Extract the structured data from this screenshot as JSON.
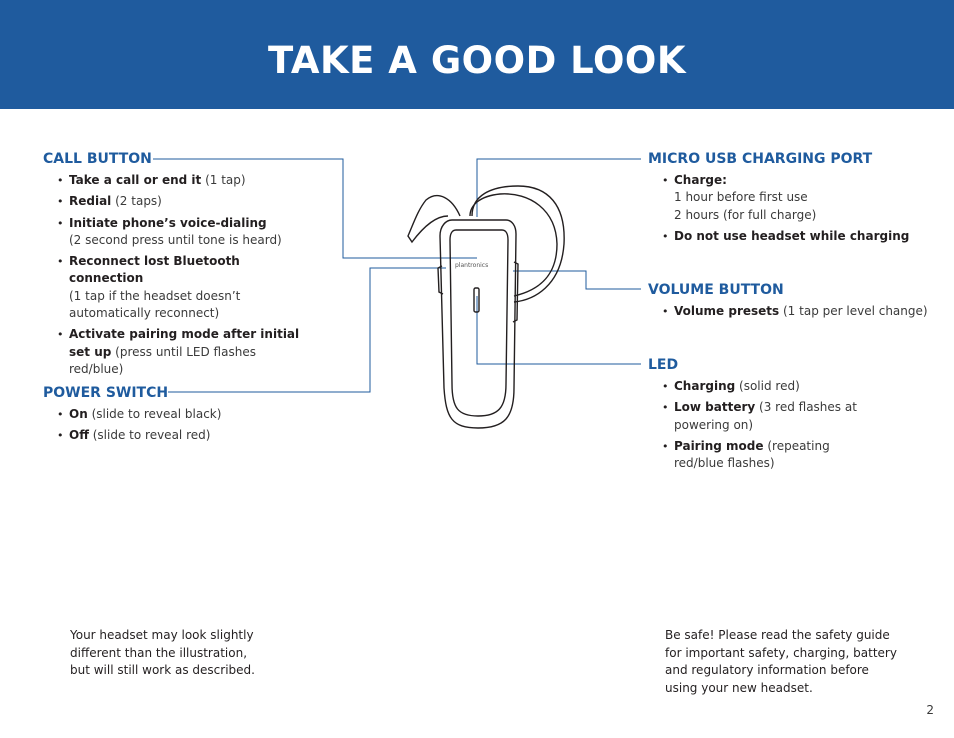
{
  "header": {
    "title": "TAKE A GOOD LOOK"
  },
  "device": {
    "brand_label": "plantronics"
  },
  "call_button": {
    "heading": "CALL BUTTON",
    "items": [
      {
        "strong": "Take a call or end it",
        "note": "(1 tap)"
      },
      {
        "strong": "Redial",
        "note": "(2 taps)"
      },
      {
        "strong": "Initiate phone’s voice-dialing",
        "note": "(2 second press until tone is heard)"
      },
      {
        "strong": "Reconnect lost Bluetooth connection",
        "note": "(1 tap if the headset doesn’t automatically reconnect)"
      },
      {
        "strong": "Activate pairing mode after initial set up",
        "note": "(press until LED flashes red/blue)"
      }
    ]
  },
  "power_switch": {
    "heading": "POWER SWITCH",
    "items": [
      {
        "strong": "On",
        "note": "(slide to reveal black)"
      },
      {
        "strong": "Off",
        "note": "(slide to reveal red)"
      }
    ]
  },
  "usb_port": {
    "heading": "MICRO USB CHARGING PORT",
    "items": [
      {
        "strong": "Charge:",
        "line1": "1 hour before first use",
        "line2": "2 hours (for full charge)"
      },
      {
        "strong": "Do not use headset while charging"
      }
    ]
  },
  "volume_button": {
    "heading": "VOLUME BUTTON",
    "items": [
      {
        "strong": "Volume presets",
        "note": "(1 tap per level change)"
      }
    ]
  },
  "led": {
    "heading": "LED",
    "items": [
      {
        "strong": "Charging",
        "note": "(solid red)"
      },
      {
        "strong": "Low battery",
        "note": "(3 red flashes at powering on)"
      },
      {
        "strong": "Pairing mode",
        "note": "(repeating red/blue flashes)"
      }
    ]
  },
  "footer": {
    "left_note": "Your headset may look slightly different than the illustration, but will still work as described.",
    "right_note": "Be safe! Please read the safety guide for important safety, charging, battery and regulatory information before using your new headset.",
    "page_number": "2"
  },
  "colors": {
    "banner": "#1f5b9e",
    "heading": "#1f5b9e",
    "callout_line": "#1f5b9e"
  }
}
